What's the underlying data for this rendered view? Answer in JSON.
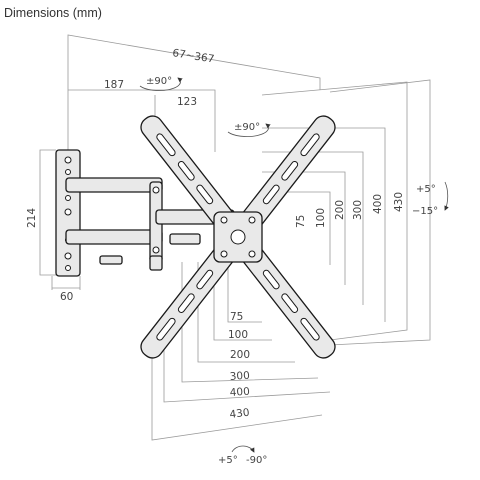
{
  "title": "Dimensions (mm)",
  "dims": {
    "arm_extension": "67~367",
    "arm_segment_1": "187",
    "arm_segment_2": "123",
    "wall_plate_height": "214",
    "wall_plate_width": "60",
    "v75": "75",
    "v100": "100",
    "v200": "200",
    "v300": "300",
    "v400": "400",
    "v430": "430",
    "h75": "75",
    "h100": "100",
    "h200": "200",
    "h300": "300",
    "h400": "400",
    "h430": "430"
  },
  "rotation": {
    "swivel_arm": "±90°",
    "rotate_plate": "±90°",
    "tilt_up": "+5°",
    "tilt_down": "−15°",
    "swivel_base_plus": "+5°",
    "swivel_base_minus": "-90°"
  }
}
